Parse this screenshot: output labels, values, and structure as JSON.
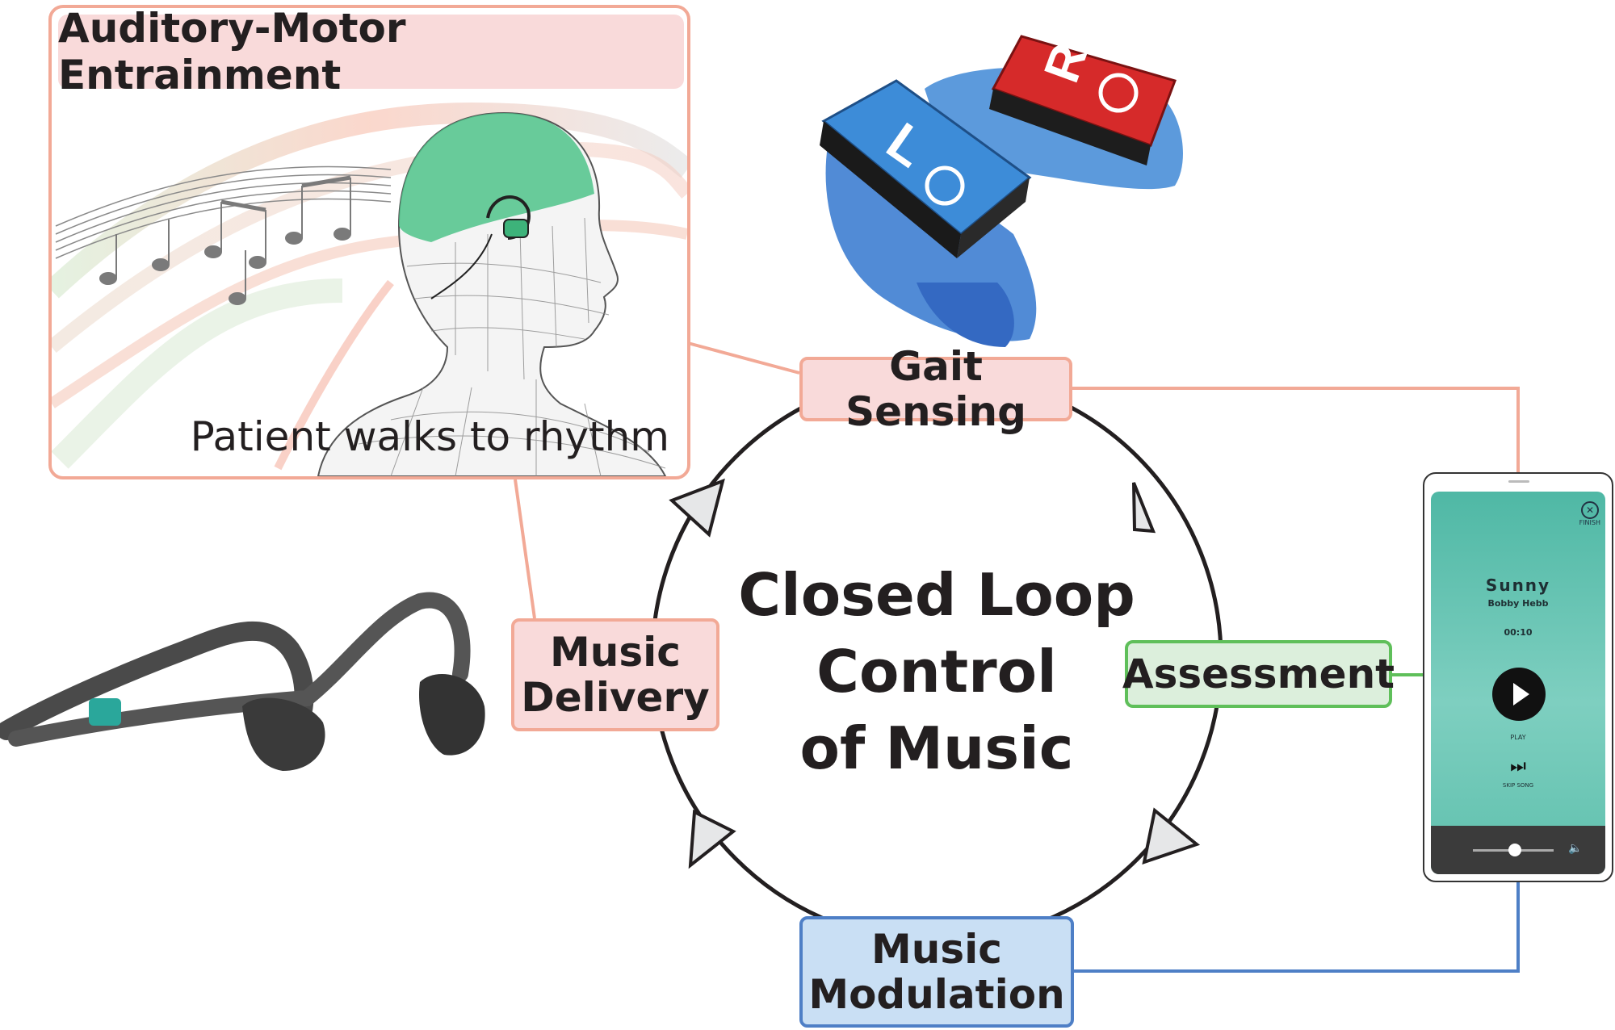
{
  "panel": {
    "title": "Auditory-Motor Entrainment",
    "caption": "Patient walks to rhythm"
  },
  "center": {
    "line1": "Closed Loop",
    "line2": "Control",
    "line3": "of Music"
  },
  "nodes": {
    "gait_sensing": "Gait Sensing",
    "assessment": "Assessment",
    "music_modulation_1": "Music",
    "music_modulation_2": "Modulation",
    "music_delivery_1": "Music",
    "music_delivery_2": "Delivery"
  },
  "sensors": {
    "left_label": "L",
    "right_label": "R"
  },
  "phone": {
    "song": "Sunny",
    "artist": "Bobby Hebb",
    "time": "00:10",
    "play_label": "PLAY",
    "skip_label": "SKIP SONG",
    "finish_label": "FINISH"
  },
  "colors": {
    "pink_fill": "#f9dada",
    "pink_border": "#f2a996",
    "green_border": "#5fbf5a",
    "blue_border": "#4e7fc6",
    "phone_teal": "#5fc0ad"
  }
}
